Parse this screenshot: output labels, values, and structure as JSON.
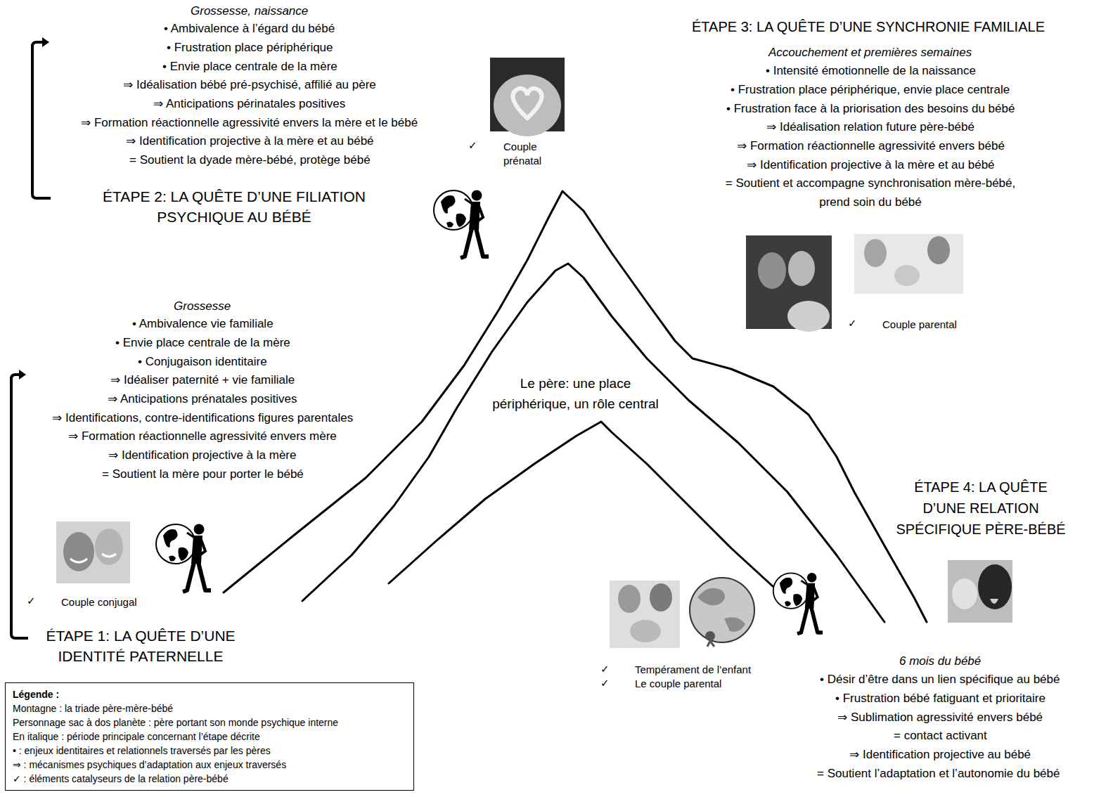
{
  "diagram": {
    "nodes": [
      {
        "text": [
          "Légende :",
          "Montagne : la triade père-mère-bébé",
          "Personnage sac à dos planète : père portant son monde psychique interne",
          "En italique : période principale concernant l’étape décrite",
          "• : enjeux identitaires et relationnels traversés par les pères",
          "⇒ : mécanismes psychiques d’adaptation aux enjeux traversés",
          "✓ : éléments catalyseurs de la relation père-bébé"
        ]
      }
    ],
    "labels": [
      "Grossesse, naissance",
      "• Ambivalence à l’égard du bébé",
      "• Frustration place périphérique",
      "• Envie place centrale de la mère",
      "⇒ Idéalisation bébé pré-psychisé, affilié au père",
      "⇒ Anticipations périnatales positives",
      "⇒ Formation réactionnelle agressivité envers la mère et le bébé",
      "⇒ Identification projective à la mère et au bébé",
      "= Soutient la dyade mère-bébé, protège bébé",
      "ÉTAPE 2: LA QUÊTE D’UNE FILIATION PSYCHIQUE AU BÉBÉ",
      "✓",
      "Couple prénatal",
      "ÉTAPE 3: LA QUÊTE D’UNE SYNCHRONIE FAMILIALE",
      "Accouchement et premières semaines",
      "• Intensité émotionnelle de la naissance",
      "• Frustration place périphérique, envie place centrale",
      "• Frustration face à la priorisation des besoins du bébé",
      "⇒ Idéalisation relation future père-bébé",
      "⇒ Formation réactionnelle agressivité envers bébé",
      "⇒ Identification projective à la mère et au bébé",
      "= Soutient et accompagne synchronisation mère-bébé, prend soin du bébé",
      "✓",
      "Couple parental",
      "Grossesse",
      "• Ambivalence vie familiale",
      "• Envie place centrale de la mère",
      "• Conjugaison identitaire",
      "⇒ Idéaliser paternité + vie familiale",
      "⇒ Anticipations prénatales positives",
      "⇒ Identifications, contre-identifications figures parentales",
      "⇒ Formation réactionnelle agressivité envers mère",
      "⇒ Identification projective à la mère",
      "= Soutient la mère pour porter le bébé",
      "ÉTAPE 1: LA QUÊTE D’UNE IDENTITÉ PATERNELLE",
      "✓",
      "Couple conjugal",
      "Le père: une place périphérique, un rôle central",
      "ÉTAPE 4: LA QUÊTE D’UNE RELATION SPÉCIFIQUE PÈRE-BÉBÉ",
      "✓",
      "Tempérament de l’enfant",
      "✓",
      "Le couple parental",
      "6 mois du bébé",
      "• Désir d’être dans un lien spécifique au bébé",
      "• Frustration bébé fatiguant et prioritaire",
      "⇒ Sublimation agressivité envers bébé",
      "= contact activant",
      "⇒ Identification projective au bébé",
      "= Soutient l’adaptation et l’autonomie du bébé"
    ]
  }
}
